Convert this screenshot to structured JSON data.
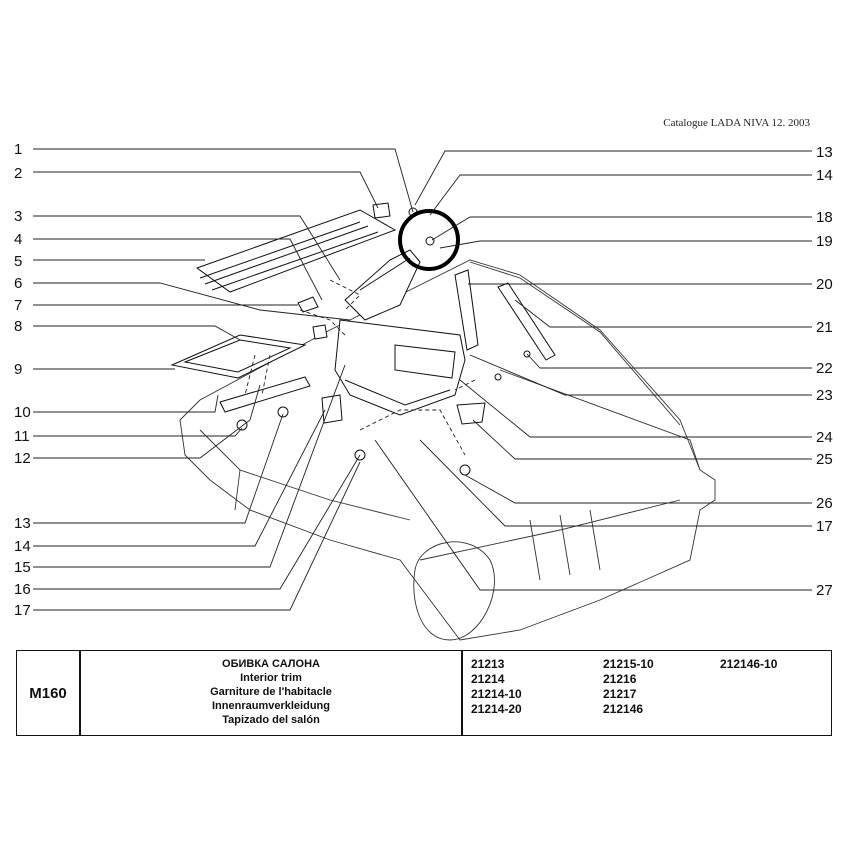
{
  "header": {
    "catalogue": "Catalogue LADA NIVA 12. 2003"
  },
  "callouts": {
    "left": [
      "1",
      "2",
      "3",
      "4",
      "5",
      "6",
      "7",
      "8",
      "9",
      "10",
      "11",
      "12",
      "13",
      "14",
      "15",
      "16",
      "17"
    ],
    "right": [
      "13",
      "14",
      "18",
      "19",
      "20",
      "21",
      "22",
      "23",
      "24",
      "25",
      "26",
      "17",
      "27"
    ]
  },
  "footer": {
    "code": "M160",
    "titles": [
      "ОБИВКА САЛОНА",
      "Interior trim",
      "Garniture de l'habitacle",
      "Innenraumverkleidung",
      "Tapizado del salón"
    ],
    "models_col1": [
      "21213",
      "21214",
      "21214-10",
      "21214-20"
    ],
    "models_col2": [
      "21215-10",
      "21216",
      "21217",
      "212146"
    ],
    "models_col3": [
      "212146-10"
    ]
  }
}
